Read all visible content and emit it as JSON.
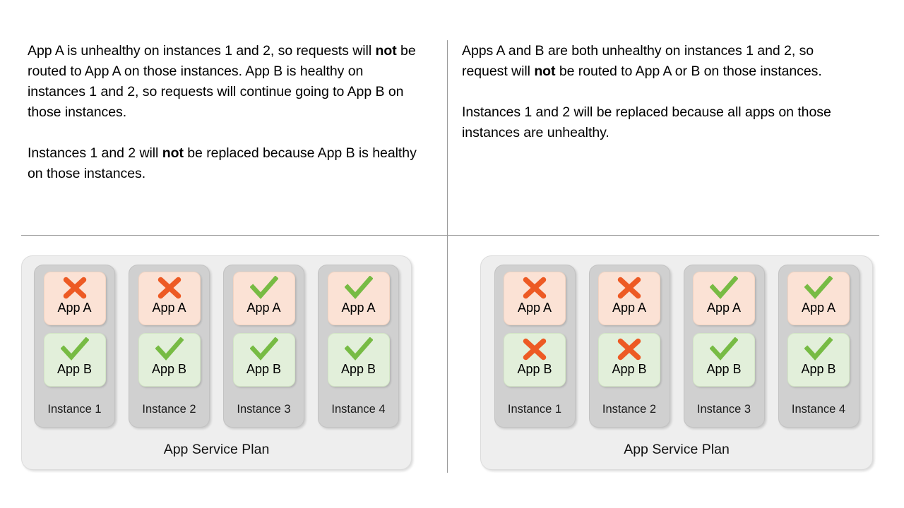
{
  "colors": {
    "app_a_fill": "#fbe2d5",
    "app_b_fill": "#e2efda",
    "instance_fill": "#d0d0d0",
    "plan_fill": "#eeeeee",
    "cross_color": "#ed5a24",
    "check_color": "#77bb44",
    "divider": "#9a9a9a"
  },
  "left_panel": {
    "paragraphs": [
      {
        "runs": [
          {
            "text": "App A is unhealthy on instances 1 and 2, so requests will ",
            "bold": false
          },
          {
            "text": "not",
            "bold": true
          },
          {
            "text": " be routed to App A on those instances. App B is healthy on instances 1 and 2, so requests will continue going to App B on those instances.",
            "bold": false
          }
        ]
      },
      {
        "runs": [
          {
            "text": "Instances 1 and 2 will ",
            "bold": false
          },
          {
            "text": "not",
            "bold": true
          },
          {
            "text": " be replaced because App B is healthy on those instances.",
            "bold": false
          }
        ]
      }
    ],
    "plan_label": "App Service Plan",
    "instances": [
      {
        "label": "Instance 1",
        "apps": [
          {
            "name": "App A",
            "status": "unhealthy",
            "icon": "cross-icon"
          },
          {
            "name": "App B",
            "status": "healthy",
            "icon": "check-icon"
          }
        ]
      },
      {
        "label": "Instance 2",
        "apps": [
          {
            "name": "App A",
            "status": "unhealthy",
            "icon": "cross-icon"
          },
          {
            "name": "App B",
            "status": "healthy",
            "icon": "check-icon"
          }
        ]
      },
      {
        "label": "Instance 3",
        "apps": [
          {
            "name": "App A",
            "status": "healthy",
            "icon": "check-icon"
          },
          {
            "name": "App B",
            "status": "healthy",
            "icon": "check-icon"
          }
        ]
      },
      {
        "label": "Instance 4",
        "apps": [
          {
            "name": "App A",
            "status": "healthy",
            "icon": "check-icon"
          },
          {
            "name": "App B",
            "status": "healthy",
            "icon": "check-icon"
          }
        ]
      }
    ]
  },
  "right_panel": {
    "paragraphs": [
      {
        "runs": [
          {
            "text": "Apps A and B are both unhealthy on instances 1 and 2, so request will ",
            "bold": false
          },
          {
            "text": "not",
            "bold": true
          },
          {
            "text": " be routed to App A or B on those instances.",
            "bold": false
          }
        ]
      },
      {
        "runs": [
          {
            "text": "Instances 1 and 2 will be replaced because all apps on those instances are unhealthy.",
            "bold": false
          }
        ]
      }
    ],
    "plan_label": "App Service Plan",
    "instances": [
      {
        "label": "Instance 1",
        "apps": [
          {
            "name": "App A",
            "status": "unhealthy",
            "icon": "cross-icon"
          },
          {
            "name": "App B",
            "status": "unhealthy",
            "icon": "cross-icon"
          }
        ]
      },
      {
        "label": "Instance 2",
        "apps": [
          {
            "name": "App A",
            "status": "unhealthy",
            "icon": "cross-icon"
          },
          {
            "name": "App B",
            "status": "unhealthy",
            "icon": "cross-icon"
          }
        ]
      },
      {
        "label": "Instance 3",
        "apps": [
          {
            "name": "App A",
            "status": "healthy",
            "icon": "check-icon"
          },
          {
            "name": "App B",
            "status": "healthy",
            "icon": "check-icon"
          }
        ]
      },
      {
        "label": "Instance 4",
        "apps": [
          {
            "name": "App A",
            "status": "healthy",
            "icon": "check-icon"
          },
          {
            "name": "App B",
            "status": "healthy",
            "icon": "check-icon"
          }
        ]
      }
    ]
  }
}
